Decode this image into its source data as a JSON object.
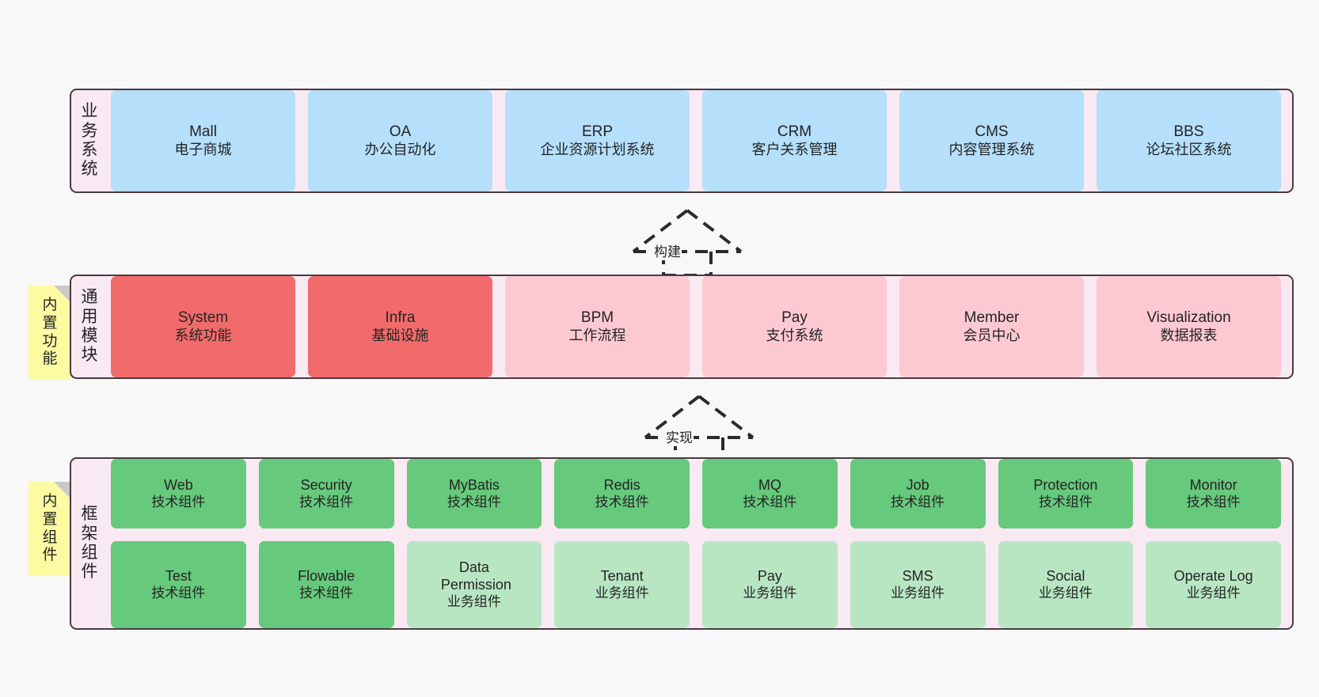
{
  "diagram": {
    "title": "yudao-cloud architecture layers",
    "background": "#f8f8f8",
    "layers": [
      {
        "id": "business",
        "label": "业务系统",
        "label_chars": [
          "业",
          "务",
          "系",
          "统"
        ],
        "container_color": "#f9e9f3",
        "node_color": "#b5dffb",
        "rows": [
          [
            {
              "en": "Mall",
              "cn": "电子商城"
            },
            {
              "en": "OA",
              "cn": "办公自动化"
            },
            {
              "en": "ERP",
              "cn": "企业资源计划系统"
            },
            {
              "en": "CRM",
              "cn": "客户关系管理"
            },
            {
              "en": "CMS",
              "cn": "内容管理系统"
            },
            {
              "en": "BBS",
              "cn": "论坛社区系统"
            }
          ]
        ]
      },
      {
        "id": "modules",
        "label": "通用模块",
        "label_chars": [
          "通",
          "用",
          "模",
          "块"
        ],
        "container_color": "#f9e9f3",
        "note": {
          "text": "内置功能",
          "chars": [
            "内",
            "置",
            "功",
            "能"
          ],
          "color": "#fcfba2"
        },
        "rows": [
          [
            {
              "en": "System",
              "cn": "系统功能",
              "color": "#f26b6b"
            },
            {
              "en": "Infra",
              "cn": "基础设施",
              "color": "#f26b6b"
            },
            {
              "en": "BPM",
              "cn": "工作流程",
              "color": "#fcc9d3"
            },
            {
              "en": "Pay",
              "cn": "支付系统",
              "color": "#fcc9d3"
            },
            {
              "en": "Member",
              "cn": "会员中心",
              "color": "#fcc9d3"
            },
            {
              "en": "Visualization",
              "cn": "数据报表",
              "color": "#fcc9d3"
            }
          ]
        ]
      },
      {
        "id": "framework",
        "label": "框架组件",
        "label_chars": [
          "框",
          "架",
          "组",
          "件"
        ],
        "container_color": "#f9e9f3",
        "note": {
          "text": "内置组件",
          "chars": [
            "内",
            "置",
            "组",
            "件"
          ],
          "color": "#fcfba2"
        },
        "rows": [
          [
            {
              "en": "Web",
              "cn": "技术组件",
              "color": "#66c97c"
            },
            {
              "en": "Security",
              "cn": "技术组件",
              "color": "#66c97c"
            },
            {
              "en": "MyBatis",
              "cn": "技术组件",
              "color": "#66c97c"
            },
            {
              "en": "Redis",
              "cn": "技术组件",
              "color": "#66c97c"
            },
            {
              "en": "MQ",
              "cn": "技术组件",
              "color": "#66c97c"
            },
            {
              "en": "Job",
              "cn": "技术组件",
              "color": "#66c97c"
            },
            {
              "en": "Protection",
              "cn": "技术组件",
              "color": "#66c97c"
            },
            {
              "en": "Monitor",
              "cn": "技术组件",
              "color": "#66c97c"
            }
          ],
          [
            {
              "en": "Test",
              "cn": "技术组件",
              "color": "#66c97c"
            },
            {
              "en": "Flowable",
              "cn": "技术组件",
              "color": "#66c97c"
            },
            {
              "en": "Data Permission",
              "cn": "业务组件",
              "color": "#b8e6c3"
            },
            {
              "en": "Tenant",
              "cn": "业务组件",
              "color": "#b8e6c3"
            },
            {
              "en": "Pay",
              "cn": "业务组件",
              "color": "#b8e6c3"
            },
            {
              "en": "SMS",
              "cn": "业务组件",
              "color": "#b8e6c3"
            },
            {
              "en": "Social",
              "cn": "业务组件",
              "color": "#b8e6c3"
            },
            {
              "en": "Operate Log",
              "cn": "业务组件",
              "color": "#b8e6c3"
            }
          ]
        ]
      }
    ],
    "arrows": [
      {
        "id": "build",
        "label": "构建",
        "style": "dashed-hollow-triangle",
        "direction": "up"
      },
      {
        "id": "implement",
        "label": "实现",
        "style": "dashed-hollow-triangle",
        "direction": "up"
      }
    ]
  }
}
